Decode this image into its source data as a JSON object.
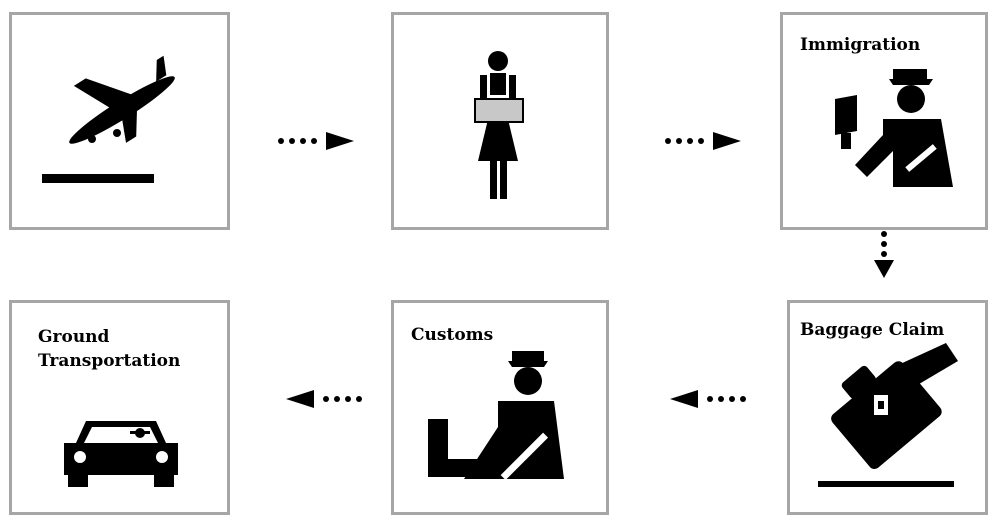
{
  "steps": [
    {
      "icon": "airplane-landing-icon",
      "label": ""
    },
    {
      "icon": "restroom-woman-icon",
      "label": ""
    },
    {
      "icon": "immigration-officer-icon",
      "label": "Immigration"
    },
    {
      "icon": "baggage-claim-icon",
      "label": "Baggage Claim"
    },
    {
      "icon": "customs-officer-icon",
      "label": "Customs"
    },
    {
      "icon": "taxi-car-icon",
      "label_line1": "Ground",
      "label_line2": "Transportation"
    }
  ],
  "arrows": [
    "right",
    "right",
    "down",
    "left",
    "left"
  ],
  "colors": {
    "border": "#a6a6a6",
    "ink": "#000000",
    "censor": "#c8c8c8"
  }
}
